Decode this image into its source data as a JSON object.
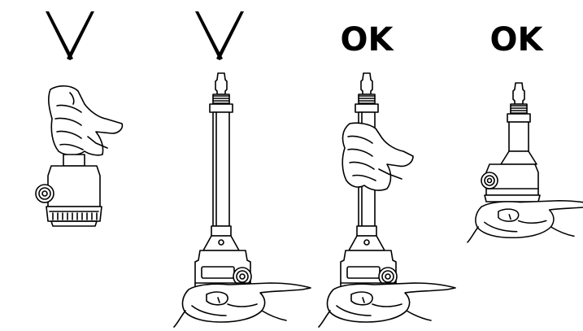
{
  "panels": [
    {
      "verdict": "wrong",
      "verdict_icon": "cross-icon",
      "grip": "hand-on-top"
    },
    {
      "verdict": "wrong",
      "verdict_icon": "cross-icon",
      "grip": "hand-under-housing"
    },
    {
      "verdict": "ok",
      "verdict_label": "OK",
      "grip": "hand-on-tube-and-under-housing"
    },
    {
      "verdict": "ok",
      "verdict_label": "OK",
      "grip": "hand-under-housing"
    }
  ],
  "colors": {
    "ink": "#000000",
    "paper": "#ffffff"
  }
}
